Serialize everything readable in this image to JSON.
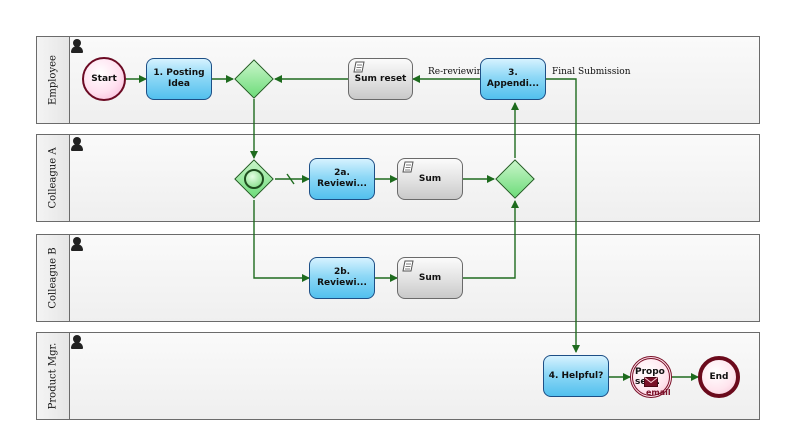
{
  "lanes": [
    {
      "id": "employee",
      "label": "Employee"
    },
    {
      "id": "colleague-a",
      "label": "Colleague A"
    },
    {
      "id": "colleague-b",
      "label": "Colleague B"
    },
    {
      "id": "product-mgr",
      "label": "Product Mgr."
    }
  ],
  "elements": {
    "start": "Start",
    "posting_idea": "1. Posting Idea",
    "sum_reset": "Sum reset",
    "appending": "3. Appendi...",
    "reviewing_a": "2a. Reviewi...",
    "sum_a": "Sum",
    "reviewing_b": "2b. Reviewi...",
    "sum_b": "Sum",
    "helpful": "4. Helpful?",
    "propose": "Propo ser...",
    "email": "email",
    "end": "End"
  },
  "flow_labels": {
    "re_reviewing": "Re-reviewin",
    "final_submission": "Final Submission"
  },
  "colors": {
    "flow": "#1e6b1e",
    "task_blue": "#52c0ee",
    "task_gray": "#d0d0d0",
    "gateway": "#6ddc7a",
    "event_border": "#6b0a23"
  }
}
